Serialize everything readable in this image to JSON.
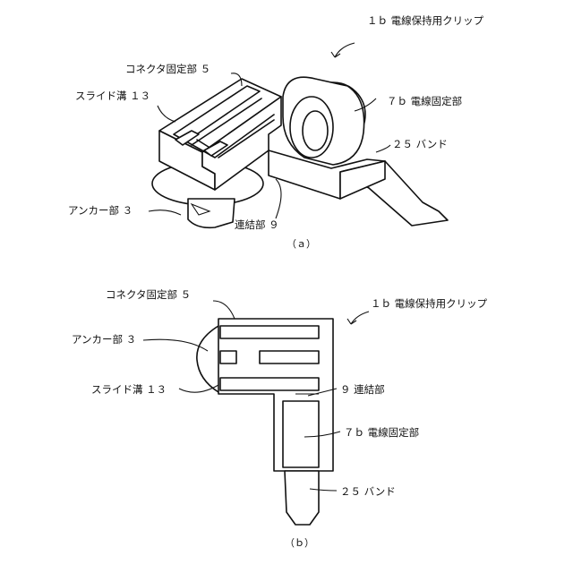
{
  "figure_a": {
    "caption": "（ａ）",
    "labels": {
      "clip": "１ｂ 電線保持用クリップ",
      "connector_fix": "コネクタ固定部 ５",
      "slide_groove": "スライド溝 １３",
      "wire_fix": "７ｂ 電線固定部",
      "band": "２５ バンド",
      "anchor": "アンカー部 ３",
      "joint": "連結部 ９"
    }
  },
  "figure_b": {
    "caption": "（ｂ）",
    "labels": {
      "connector_fix": "コネクタ固定部 ５",
      "clip": "１ｂ 電線保持用クリップ",
      "anchor": "アンカー部 ３",
      "slide_groove": "スライド溝 １３",
      "joint": "９ 連結部",
      "wire_fix": "７ｂ 電線固定部",
      "band": "２５ バンド"
    }
  }
}
